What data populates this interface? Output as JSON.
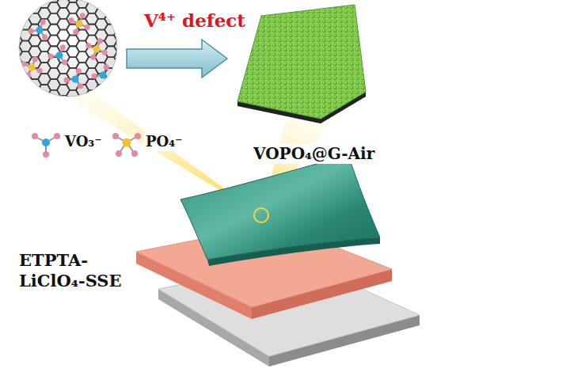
{
  "diagram": {
    "labels": [
      "V⁴⁺ defect",
      "VO₃⁻",
      "PO₄⁻",
      "VOPO₄@G-Air",
      "ETPTA-LiClO₄-SSE"
    ]
  }
}
